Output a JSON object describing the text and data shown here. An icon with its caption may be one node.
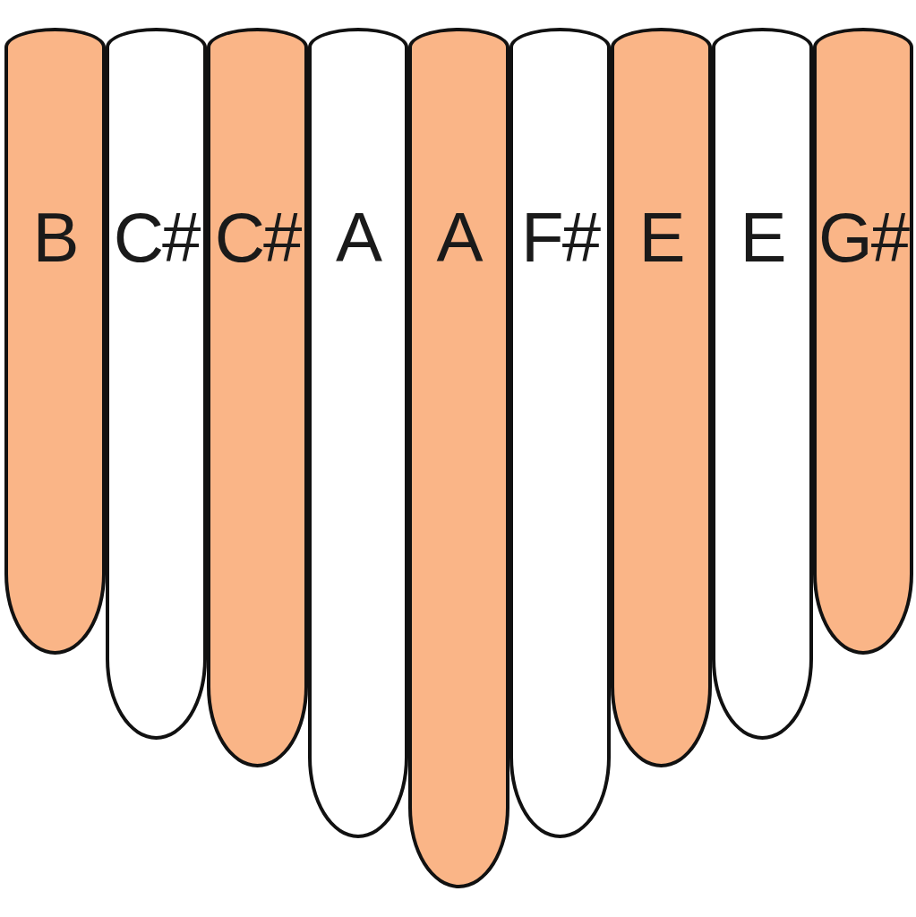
{
  "diagram": {
    "nodes": [
      {
        "text": [
          "B"
        ]
      },
      {
        "text": [
          "C#"
        ]
      },
      {
        "text": [
          "C#"
        ]
      },
      {
        "text": [
          "A"
        ]
      },
      {
        "text": [
          "A"
        ]
      },
      {
        "text": [
          "F#"
        ]
      },
      {
        "text": [
          "E"
        ]
      },
      {
        "text": [
          "E"
        ]
      },
      {
        "text": [
          "G#"
        ]
      }
    ]
  }
}
